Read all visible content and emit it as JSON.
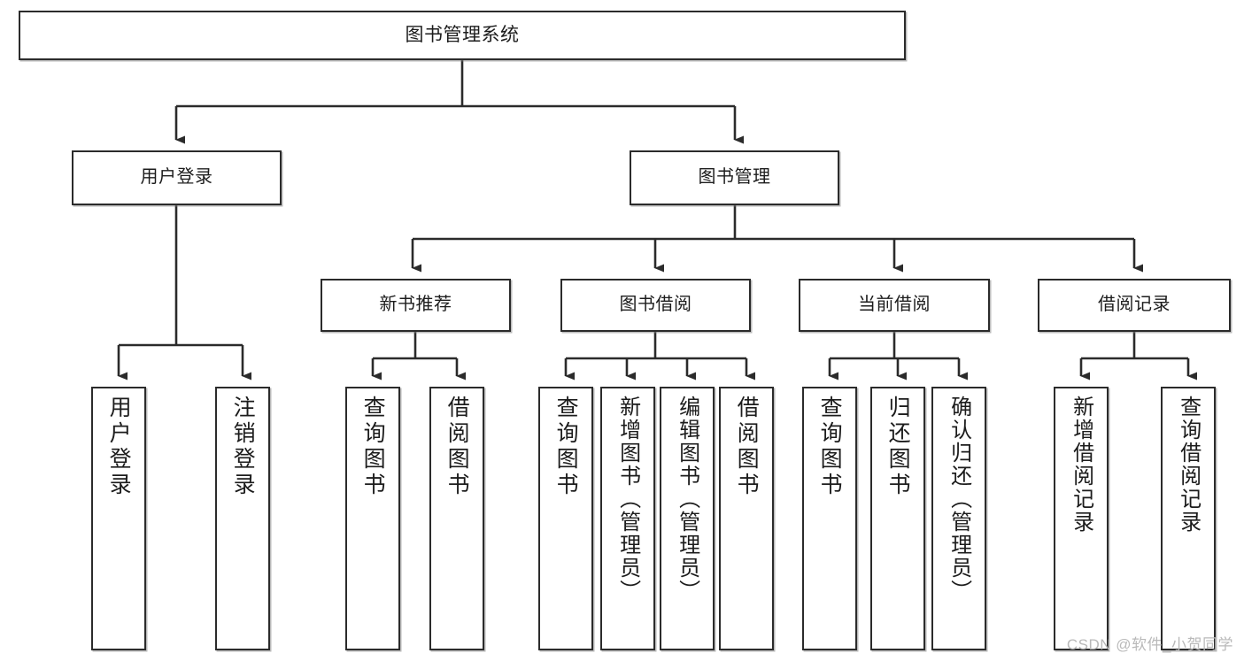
{
  "diagram": {
    "type": "tree",
    "title": "图书管理系统",
    "watermark": "CSDN @软件_小贺同学",
    "colors": {
      "box_border": "#2b2b2b",
      "box_fill": "#ffffff",
      "connector": "#2b2b2b",
      "text": "#1c1c1c",
      "watermark": "#b9b9b9",
      "background": "#ffffff"
    },
    "root": {
      "label": "图书管理系统"
    },
    "level2": [
      {
        "label": "用户登录"
      },
      {
        "label": "图书管理"
      }
    ],
    "level3": [
      {
        "label": "新书推荐"
      },
      {
        "label": "图书借阅"
      },
      {
        "label": "当前借阅"
      },
      {
        "label": "借阅记录"
      }
    ],
    "leaves": {
      "user_login": [
        {
          "label": "用户登录"
        },
        {
          "label": "注销登录"
        }
      ],
      "new_book": [
        {
          "label": "查询图书"
        },
        {
          "label": "借阅图书"
        }
      ],
      "book_borrow": [
        {
          "label": "查询图书"
        },
        {
          "label": "新增图书（管理员）"
        },
        {
          "label": "编辑图书（管理员）"
        },
        {
          "label": "借阅图书"
        }
      ],
      "current_borrow": [
        {
          "label": "查询图书"
        },
        {
          "label": "归还图书"
        },
        {
          "label": "确认归还（管理员）"
        }
      ],
      "borrow_record": [
        {
          "label": "新增借阅记录"
        },
        {
          "label": "查询借阅记录"
        }
      ]
    }
  }
}
